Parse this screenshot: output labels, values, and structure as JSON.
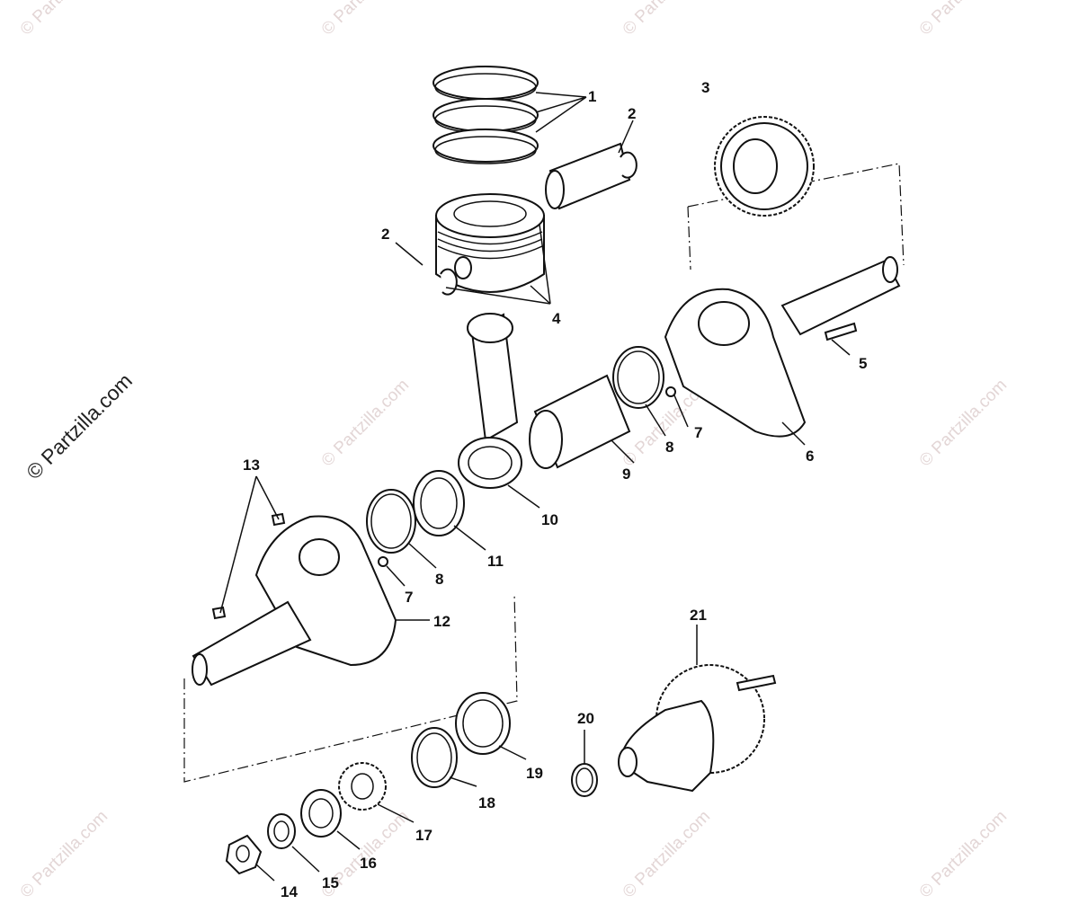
{
  "copyright_mark": "© Partzilla.com",
  "watermark_text": "© Partzilla.com",
  "colors": {
    "ink": "#111111",
    "watermark": "#e3d6d6",
    "background": "#ffffff"
  },
  "callouts": [
    {
      "id": "1",
      "text": "1"
    },
    {
      "id": "2a",
      "text": "2"
    },
    {
      "id": "2b",
      "text": "2"
    },
    {
      "id": "3",
      "text": "3"
    },
    {
      "id": "4",
      "text": "4"
    },
    {
      "id": "5",
      "text": "5"
    },
    {
      "id": "6",
      "text": "6"
    },
    {
      "id": "7a",
      "text": "7"
    },
    {
      "id": "7b",
      "text": "7"
    },
    {
      "id": "8a",
      "text": "8"
    },
    {
      "id": "8b",
      "text": "8"
    },
    {
      "id": "9",
      "text": "9"
    },
    {
      "id": "10",
      "text": "10"
    },
    {
      "id": "11",
      "text": "11"
    },
    {
      "id": "12",
      "text": "12"
    },
    {
      "id": "13",
      "text": "13"
    },
    {
      "id": "14",
      "text": "14"
    },
    {
      "id": "15",
      "text": "15"
    },
    {
      "id": "16",
      "text": "16"
    },
    {
      "id": "17",
      "text": "17"
    },
    {
      "id": "18",
      "text": "18"
    },
    {
      "id": "19",
      "text": "19"
    },
    {
      "id": "20",
      "text": "20"
    },
    {
      "id": "21",
      "text": "21"
    }
  ]
}
